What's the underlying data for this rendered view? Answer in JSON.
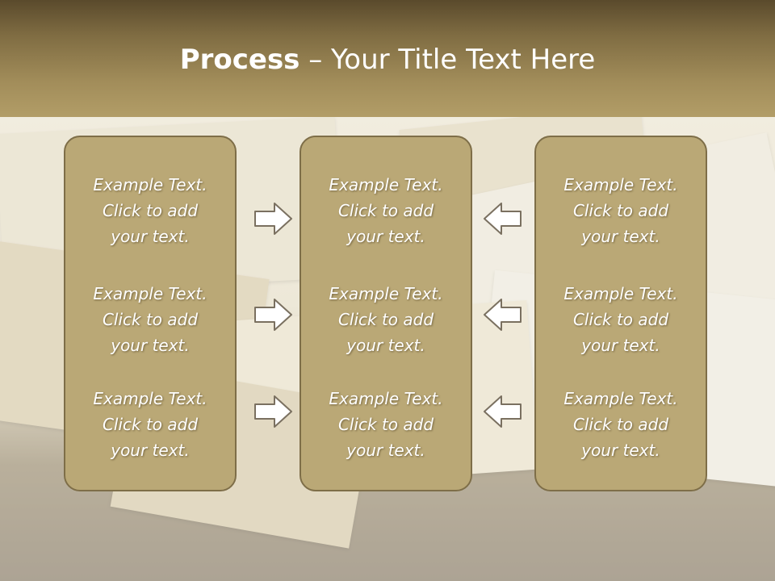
{
  "header": {
    "title_bold": "Process",
    "title_rest": " – Your Title Text Here"
  },
  "columns": [
    {
      "cells": [
        [
          "Example Text.",
          "Click  to add",
          "your text."
        ],
        [
          "Example Text.",
          "Click  to add",
          "your text."
        ],
        [
          "Example Text.",
          "Click  to add",
          "your text."
        ]
      ]
    },
    {
      "cells": [
        [
          "Example Text.",
          "Click  to add",
          "your text."
        ],
        [
          "Example Text.",
          "Click  to add",
          "your text."
        ],
        [
          "Example Text.",
          "Click  to add",
          "your text."
        ]
      ]
    },
    {
      "cells": [
        [
          "Example Text.",
          "Click  to add",
          "your text."
        ],
        [
          "Example Text.",
          "Click  to add",
          "your text."
        ],
        [
          "Example Text.",
          "Click  to add",
          "your text."
        ]
      ]
    }
  ],
  "arrows": {
    "left_to_middle": [
      "right-arrow-icon",
      "right-arrow-icon",
      "right-arrow-icon"
    ],
    "right_to_middle": [
      "left-arrow-icon",
      "left-arrow-icon",
      "left-arrow-icon"
    ]
  },
  "colors": {
    "header_dark": "#5a4a2c",
    "header_light": "#b29d67",
    "box_fill": "#baa876",
    "box_border": "#7e6e48",
    "arrow_fill": "#ffffff",
    "arrow_stroke": "#7a7060"
  }
}
